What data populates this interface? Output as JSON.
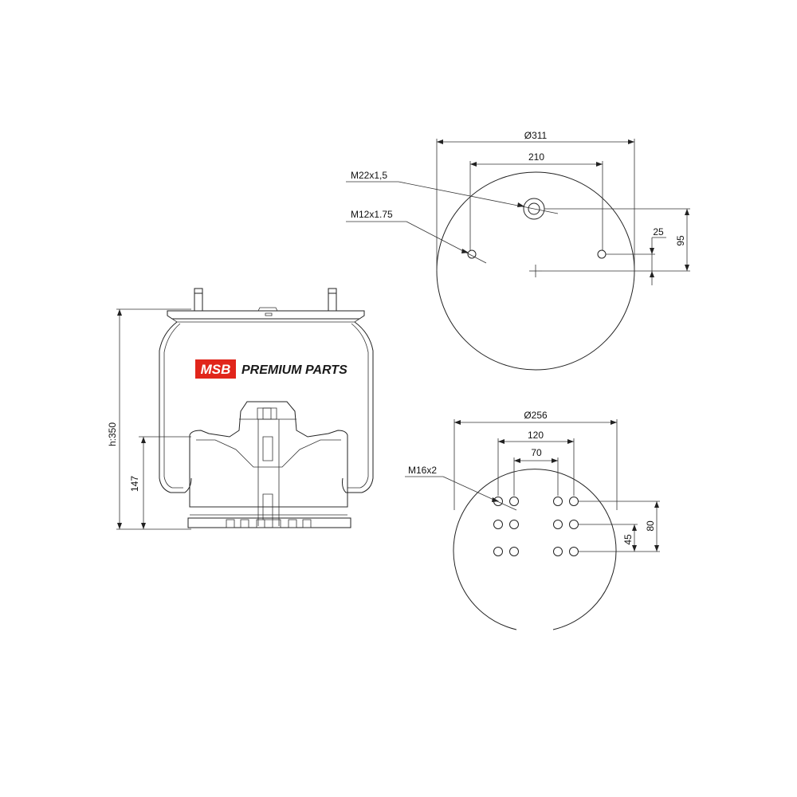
{
  "brand": {
    "logo_mark": "MSB",
    "tagline": "PREMIUM PARTS",
    "accent_color": "#e1251b"
  },
  "side_view": {
    "height_label": "h:350",
    "piston_height_label": "147"
  },
  "top_plate": {
    "diameter_label": "Ø311",
    "bolt_spacing_label": "210",
    "air_fitting_label": "M22x1,5",
    "stud_thread_label": "M12x1.75",
    "offset_small_label": "25",
    "offset_large_label": "95"
  },
  "bottom_plate": {
    "diameter_label": "Ø256",
    "outer_spacing_label": "120",
    "inner_spacing_label": "70",
    "hole_thread_label": "M16x2",
    "row_spacing_label": "45",
    "outer_row_spacing_label": "80"
  },
  "colors": {
    "line": "#222222",
    "background": "#ffffff"
  }
}
